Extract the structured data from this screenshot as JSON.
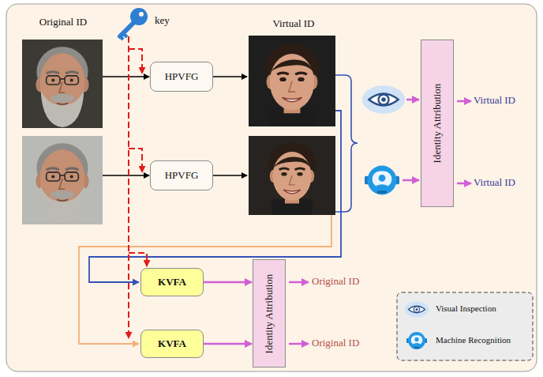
{
  "diagram": {
    "nodes": [
      {
        "text": [
          "HPVFG"
        ]
      },
      {
        "text": [
          "HPVFG"
        ]
      },
      {
        "text": [
          "Identity Attribution"
        ]
      },
      {
        "text": [
          "KVFA"
        ]
      },
      {
        "text": [
          "KVFA"
        ]
      },
      {
        "text": [
          "Identity Attribution"
        ]
      }
    ],
    "edges": [
      {
        "from": 3,
        "to": 5,
        "arrow": "to"
      },
      {
        "from": 4,
        "to": 5,
        "arrow": "to"
      }
    ],
    "labels": [
      "Original ID",
      "key",
      "Virtual ID",
      "Virtual ID",
      "Virtual ID",
      "Original ID",
      "Original ID"
    ],
    "legend": [
      {
        "text": "Visual Inspection"
      },
      {
        "text": "Machine Recognition"
      }
    ]
  }
}
